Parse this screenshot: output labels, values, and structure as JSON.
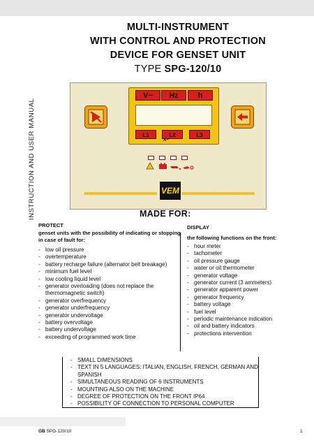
{
  "header": {
    "title_line1": "MULTI-INSTRUMENT",
    "title_line2": "WITH CONTROL AND PROTECTION",
    "title_line3": "DEVICE FOR GENSET UNIT",
    "type_prefix": "TYPE ",
    "type_model": "SPG-120/10"
  },
  "side_label": "INSTRUCTION AND USER MANUAL",
  "device": {
    "tab_voltage": "V~",
    "tab_freq": "Hz",
    "tab_hours": "h",
    "phase_l1": "L1",
    "phase_l2": "L2",
    "phase_l3": "L3",
    "phase_sub": "A~",
    "logo": "VEM"
  },
  "made_for": "MADE FOR:",
  "protect": {
    "heading": "PROTECT",
    "subheading": "genset units with the possibility of indicating or stopping in case of fault for:",
    "items": [
      "low oil pressure",
      "overtemperature",
      "battery recharge failure (alternator belt breakage)",
      "minimum fuel level",
      "low cooling liquid level",
      "generator overloading  (does not replace the thermomagnetic switch)",
      "generator overfrequency",
      "generator underfrequency",
      "generator undervoltage",
      "battery overvoltage",
      "battery undervoltage",
      "exceeding of programmed work time"
    ]
  },
  "display": {
    "heading": "DISPLAY",
    "subheading": "the following functions on the front:",
    "items": [
      "hour meter",
      "tachometer",
      "oil pressure gauge",
      "water or oil thermometer",
      "generator voltage",
      "generator current (3 ammeters)",
      "generator apparent power",
      "generator frequency",
      "battery voltage",
      "fuel level",
      "periodic maintenance indication",
      "oil and battery indicators",
      "protections intervention"
    ]
  },
  "features": [
    "SMALL DIMENSIONS",
    "TEXT IN 5 LANGUAGES: ITALIAN, ENGLISH, FRENCH, GERMAN AND SPANISH",
    "SIMULTANEOUS READING OF 6 INSTRUMENTS",
    "MOUNTING ALSO ON THE MACHINE",
    "DEGREE OF PROTECTION ON THE FRONT IP64",
    "POSSIBILITY OF CONNECTION TO PERSONAL COMPUTER"
  ],
  "footer": {
    "lang": "GB",
    "doc": "SPG-120/10",
    "page": "1"
  }
}
